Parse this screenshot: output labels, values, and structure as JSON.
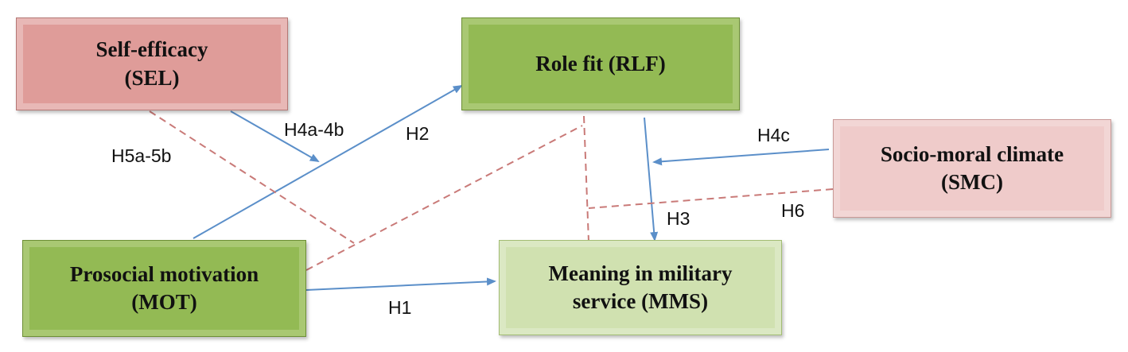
{
  "nodes": {
    "sel": {
      "text": "Self-efficacy\n(SEL)",
      "color": "#d99795"
    },
    "rlf": {
      "text": "Role fit (RLF)",
      "color": "#8fb54f"
    },
    "smc": {
      "text": "Socio-moral climate\n(SMC)",
      "color": "#ebc3c2"
    },
    "mot": {
      "text": "Prosocial motivation\n(MOT)",
      "color": "#8fb54f"
    },
    "mms": {
      "text": "Meaning in military\nservice (MMS)",
      "color": "#c9dca5"
    }
  },
  "hypotheses": {
    "h1": "H1",
    "h2": "H2",
    "h3": "H3",
    "h4ab": "H4a-4b",
    "h4c": "H4c",
    "h5ab": "H5a-5b",
    "h6": "H6"
  },
  "colors": {
    "arrow": "#5b8fc9",
    "dashed": "#c97a78"
  }
}
